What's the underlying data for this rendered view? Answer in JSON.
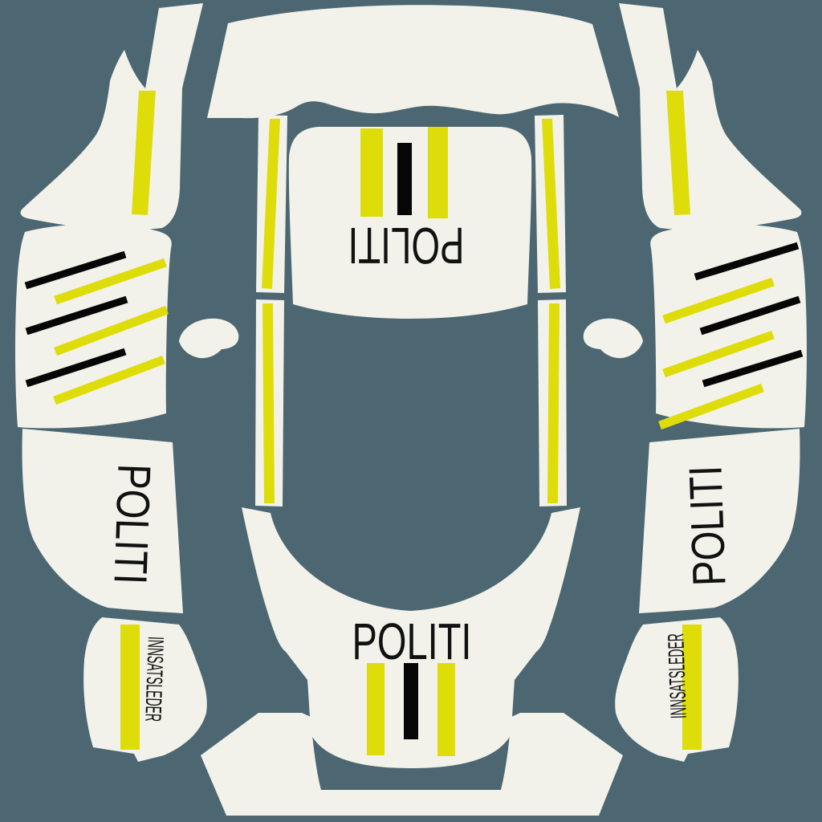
{
  "colors": {
    "background": "#4c6771",
    "panel": "#f2f2eb",
    "stripe_yellow": "#dedd0a",
    "stripe_black": "#060606",
    "text": "#111111"
  },
  "labels": {
    "hood_politi": "POLITI",
    "trunk_politi": "POLITI",
    "door_left_politi": "POLITI",
    "door_right_politi": "POLITI",
    "fender_left_innsatsleder": "INNSATSLEDER",
    "fender_right_innsatsleder": "INNSATSLEDER"
  }
}
